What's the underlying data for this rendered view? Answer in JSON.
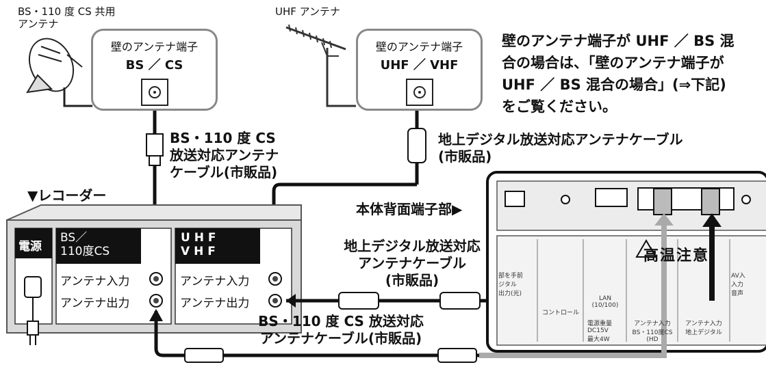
{
  "labels": {
    "bs_antenna_line1": "BS・110 度 CS 共用",
    "bs_antenna_line2": "アンテナ",
    "uhf_antenna": "UHF アンテナ",
    "wall_terminal": "壁のアンテナ端子",
    "wall_bs_cs": "BS ／ CS",
    "wall_uhf_vhf": "UHF ／ VHF",
    "note_line1": "壁のアンテナ端子が UHF ／ BS 混",
    "note_line2": "合の場合は、「壁のアンテナ端子が",
    "note_line3": "UHF ／ BS 混合の場合」(⇒下記)",
    "note_line4": "をご覧ください。",
    "bs_cable_1": "BS・110 度 CS",
    "bs_cable_2": "放送対応アンテナ",
    "bs_cable_3": "ケーブル(市販品)",
    "dtv_cable_1": "地上デジタル放送対応アンテナケーブル",
    "dtv_cable_2": "(市販品)",
    "recorder": "▼レコーダー",
    "rear_panel": "本体背面端子部▶",
    "dtv_cable2_1": "地上デジタル放送対応",
    "dtv_cable2_2": "アンテナケーブル",
    "dtv_cable2_3": "(市販品)",
    "bs_cable2_1": "BS・110 度 CS 放送対応",
    "bs_cable2_2": "アンテナケーブル(市販品)"
  },
  "recorder": {
    "power": "電源",
    "bs_1": "BS／",
    "bs_2": "110度CS",
    "uhf_1": "U H F",
    "uhf_2": "V H F",
    "ant_in": "アンテナ入力",
    "ant_out": "アンテナ出力"
  },
  "panel": {
    "warning": "高温注意",
    "digital_out_1": "部を手前",
    "digital_out_2": "ジタル",
    "digital_out_3": "出力(光)",
    "control": "コントロール",
    "lan_1": "LAN",
    "lan_2": "(10/100)",
    "av_1": "AV入",
    "av_2": "入力",
    "av_3": "音声",
    "power_info_1": "電源重量",
    "power_info_2": "DC15V",
    "power_info_3": "最大4W",
    "ant_in_bs_1": "アンテナ入力",
    "ant_in_bs_2": "BS・110度CS",
    "ant_in_bs_3": "(HD",
    "ant_in_dtv_1": "アンテナ入力",
    "ant_in_dtv_2": "地上デジタル"
  }
}
